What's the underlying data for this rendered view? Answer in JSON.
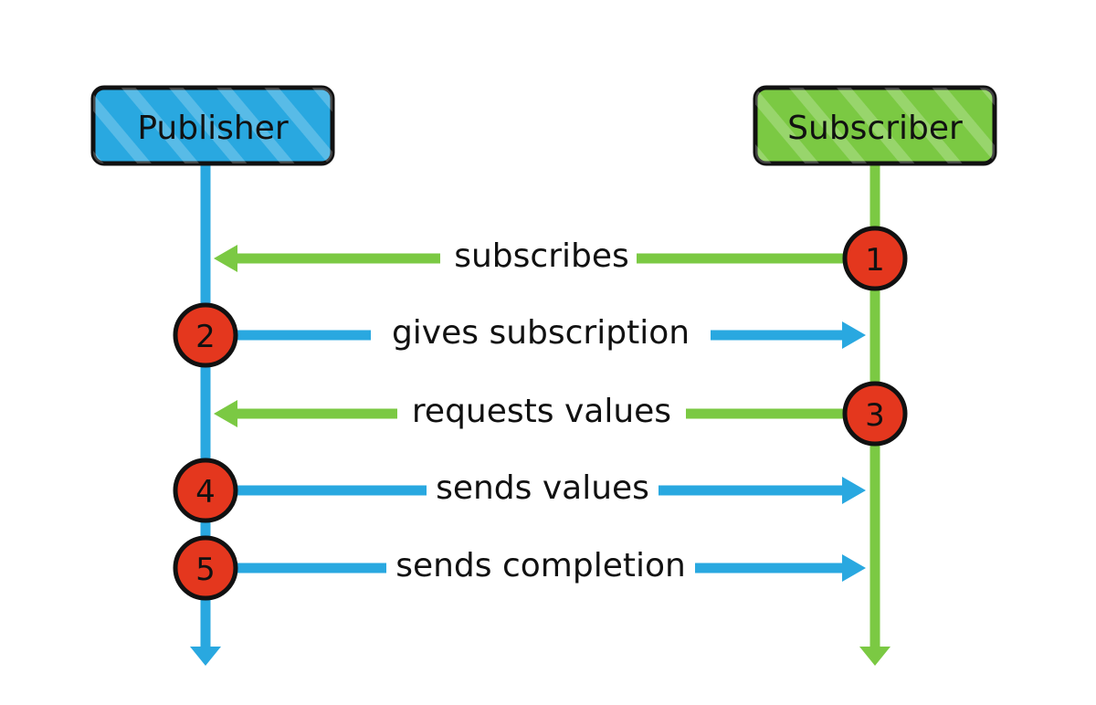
{
  "participants": {
    "publisher": {
      "label": "Publisher",
      "color": "#29a8e0"
    },
    "subscriber": {
      "label": "Subscriber",
      "color": "#7bc943"
    }
  },
  "colors": {
    "step_circle": "#e4371e",
    "outline": "#111111",
    "background": "#ffffff"
  },
  "steps": [
    {
      "number": "1",
      "label": "subscribes",
      "from": "subscriber",
      "to": "publisher"
    },
    {
      "number": "2",
      "label": "gives subscription",
      "from": "publisher",
      "to": "subscriber"
    },
    {
      "number": "3",
      "label": "requests values",
      "from": "subscriber",
      "to": "publisher"
    },
    {
      "number": "4",
      "label": "sends values",
      "from": "publisher",
      "to": "subscriber"
    },
    {
      "number": "5",
      "label": "sends completion",
      "from": "publisher",
      "to": "subscriber"
    }
  ]
}
